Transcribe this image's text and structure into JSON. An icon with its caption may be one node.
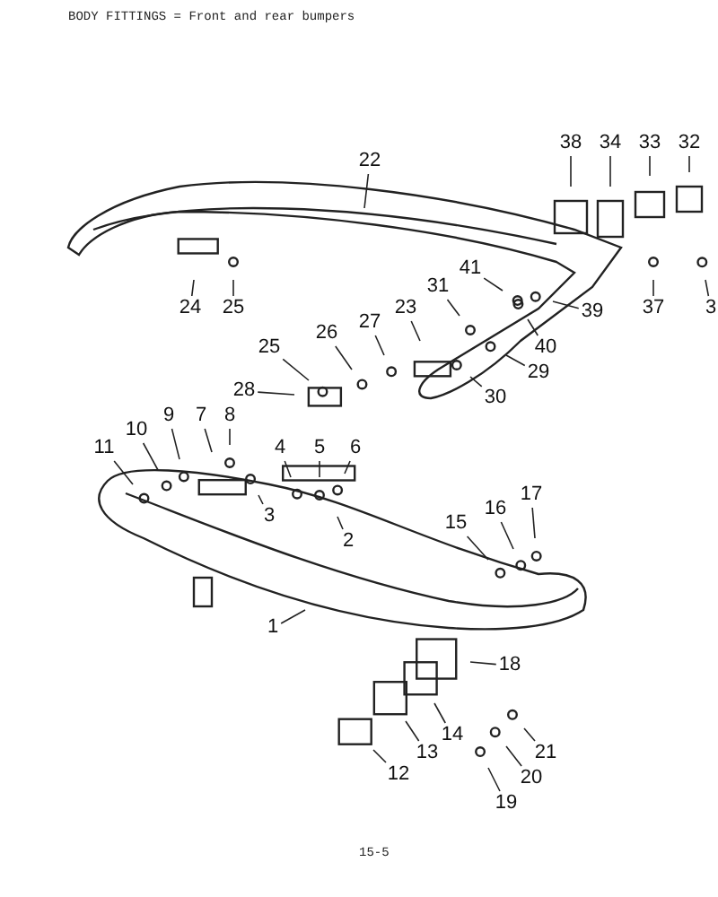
{
  "diagram": {
    "title": "BODY FITTINGS = Front and rear bumpers",
    "nodes": [
      {
        "text": [
          "22"
        ]
      },
      {
        "text": [
          "38"
        ]
      },
      {
        "text": [
          "34"
        ]
      },
      {
        "text": [
          "33"
        ]
      },
      {
        "text": [
          "32"
        ]
      },
      {
        "text": [
          "24"
        ]
      },
      {
        "text": [
          "25"
        ]
      },
      {
        "text": [
          "41"
        ]
      },
      {
        "text": [
          "31"
        ]
      },
      {
        "text": [
          "40"
        ]
      },
      {
        "text": [
          "39"
        ]
      },
      {
        "text": [
          "37"
        ]
      },
      {
        "text": [
          "3"
        ]
      },
      {
        "text": [
          "23"
        ]
      },
      {
        "text": [
          "27"
        ]
      },
      {
        "text": [
          "29"
        ]
      },
      {
        "text": [
          "26"
        ]
      },
      {
        "text": [
          "30"
        ]
      },
      {
        "text": [
          "25"
        ]
      },
      {
        "text": [
          "28"
        ]
      },
      {
        "text": [
          "9"
        ]
      },
      {
        "text": [
          "8"
        ]
      },
      {
        "text": [
          "10"
        ]
      },
      {
        "text": [
          "7"
        ]
      },
      {
        "text": [
          "11"
        ]
      },
      {
        "text": [
          "4"
        ]
      },
      {
        "text": [
          "5"
        ]
      },
      {
        "text": [
          "6"
        ]
      },
      {
        "text": [
          "3"
        ]
      },
      {
        "text": [
          "2"
        ]
      },
      {
        "text": [
          "17"
        ]
      },
      {
        "text": [
          "16"
        ]
      },
      {
        "text": [
          "15"
        ]
      },
      {
        "text": [
          "1"
        ]
      },
      {
        "text": [
          "18"
        ]
      },
      {
        "text": [
          "14"
        ]
      },
      {
        "text": [
          "13"
        ]
      },
      {
        "text": [
          "12"
        ]
      },
      {
        "text": [
          "21"
        ]
      },
      {
        "text": [
          "20"
        ]
      },
      {
        "text": [
          "19"
        ]
      }
    ],
    "edges": [
      {
        "from": 0,
        "to": null,
        "arrow": "none"
      },
      {
        "from": 1,
        "to": null,
        "arrow": "none"
      },
      {
        "from": 2,
        "to": null,
        "arrow": "none"
      },
      {
        "from": 3,
        "to": null,
        "arrow": "none"
      },
      {
        "from": 4,
        "to": null,
        "arrow": "none"
      },
      {
        "from": 5,
        "to": null,
        "arrow": "none"
      },
      {
        "from": 6,
        "to": null,
        "arrow": "none"
      },
      {
        "from": 7,
        "to": null,
        "arrow": "none"
      },
      {
        "from": 8,
        "to": null,
        "arrow": "none"
      },
      {
        "from": 9,
        "to": null,
        "arrow": "none"
      },
      {
        "from": 10,
        "to": null,
        "arrow": "none"
      },
      {
        "from": 11,
        "to": null,
        "arrow": "none"
      },
      {
        "from": 12,
        "to": null,
        "arrow": "none"
      },
      {
        "from": 13,
        "to": null,
        "arrow": "none"
      },
      {
        "from": 14,
        "to": null,
        "arrow": "none"
      },
      {
        "from": 15,
        "to": null,
        "arrow": "none"
      },
      {
        "from": 16,
        "to": null,
        "arrow": "none"
      },
      {
        "from": 17,
        "to": null,
        "arrow": "none"
      },
      {
        "from": 18,
        "to": null,
        "arrow": "none"
      },
      {
        "from": 19,
        "to": null,
        "arrow": "none"
      },
      {
        "from": 20,
        "to": null,
        "arrow": "none"
      },
      {
        "from": 21,
        "to": null,
        "arrow": "none"
      },
      {
        "from": 22,
        "to": null,
        "arrow": "none"
      },
      {
        "from": 23,
        "to": null,
        "arrow": "none"
      },
      {
        "from": 24,
        "to": null,
        "arrow": "none"
      },
      {
        "from": 25,
        "to": null,
        "arrow": "none"
      },
      {
        "from": 26,
        "to": null,
        "arrow": "none"
      },
      {
        "from": 27,
        "to": null,
        "arrow": "none"
      },
      {
        "from": 28,
        "to": null,
        "arrow": "none"
      },
      {
        "from": 29,
        "to": null,
        "arrow": "none"
      },
      {
        "from": 30,
        "to": null,
        "arrow": "none"
      },
      {
        "from": 31,
        "to": null,
        "arrow": "none"
      },
      {
        "from": 32,
        "to": null,
        "arrow": "none"
      },
      {
        "from": 33,
        "to": null,
        "arrow": "none"
      },
      {
        "from": 34,
        "to": null,
        "arrow": "none"
      },
      {
        "from": 35,
        "to": null,
        "arrow": "none"
      },
      {
        "from": 36,
        "to": null,
        "arrow": "none"
      },
      {
        "from": 37,
        "to": null,
        "arrow": "none"
      },
      {
        "from": 38,
        "to": null,
        "arrow": "none"
      },
      {
        "from": 39,
        "to": null,
        "arrow": "none"
      },
      {
        "from": 40,
        "to": null,
        "arrow": "none"
      }
    ],
    "labels": [
      "15-5"
    ]
  }
}
